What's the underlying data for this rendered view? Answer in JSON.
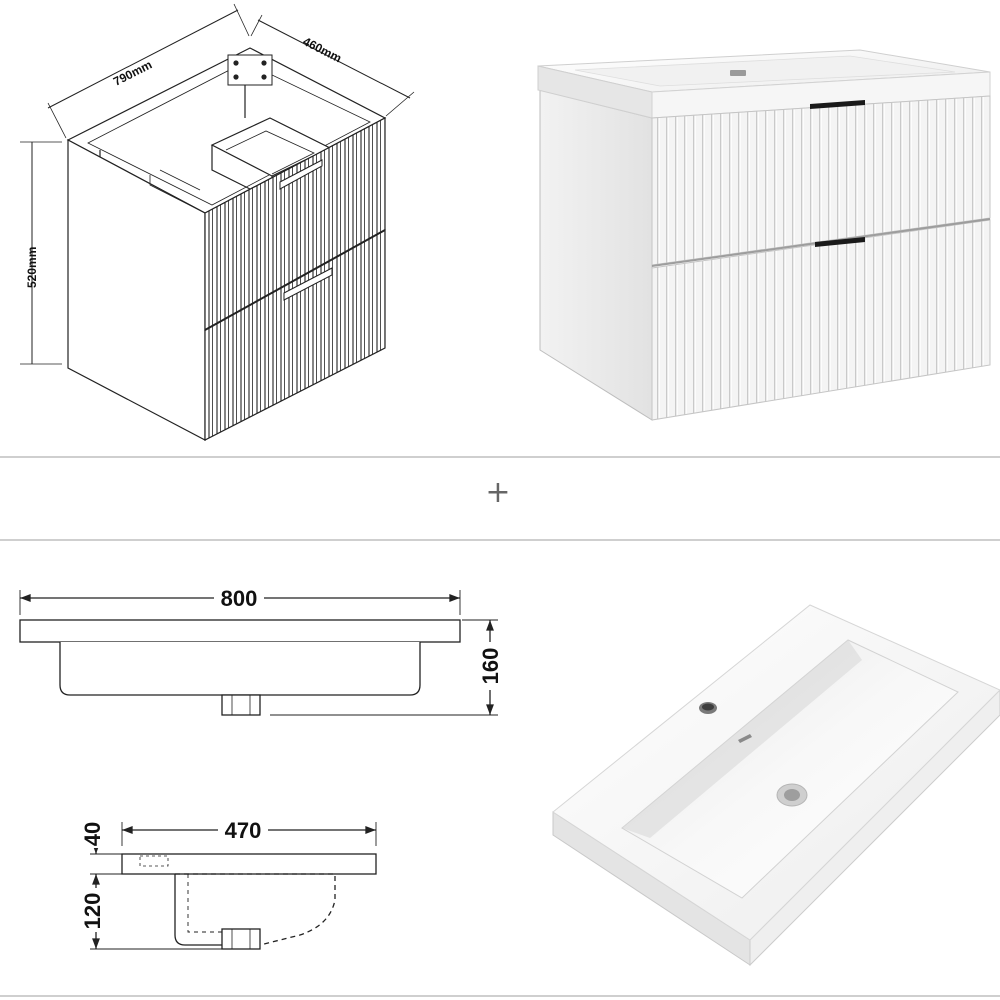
{
  "cabinet": {
    "width_label": "790mm",
    "depth_label": "460mm",
    "height_label": "520mm"
  },
  "separator": {
    "symbol": "+"
  },
  "basin_front": {
    "width_label": "800",
    "height_label": "160"
  },
  "basin_side": {
    "depth_label": "470",
    "rim_label": "40",
    "bowl_label": "120"
  },
  "colors": {
    "line": "#222222",
    "divider": "#cfcfcf",
    "white_surface": "#f7f7f7",
    "handle": "#1a1a1a"
  }
}
